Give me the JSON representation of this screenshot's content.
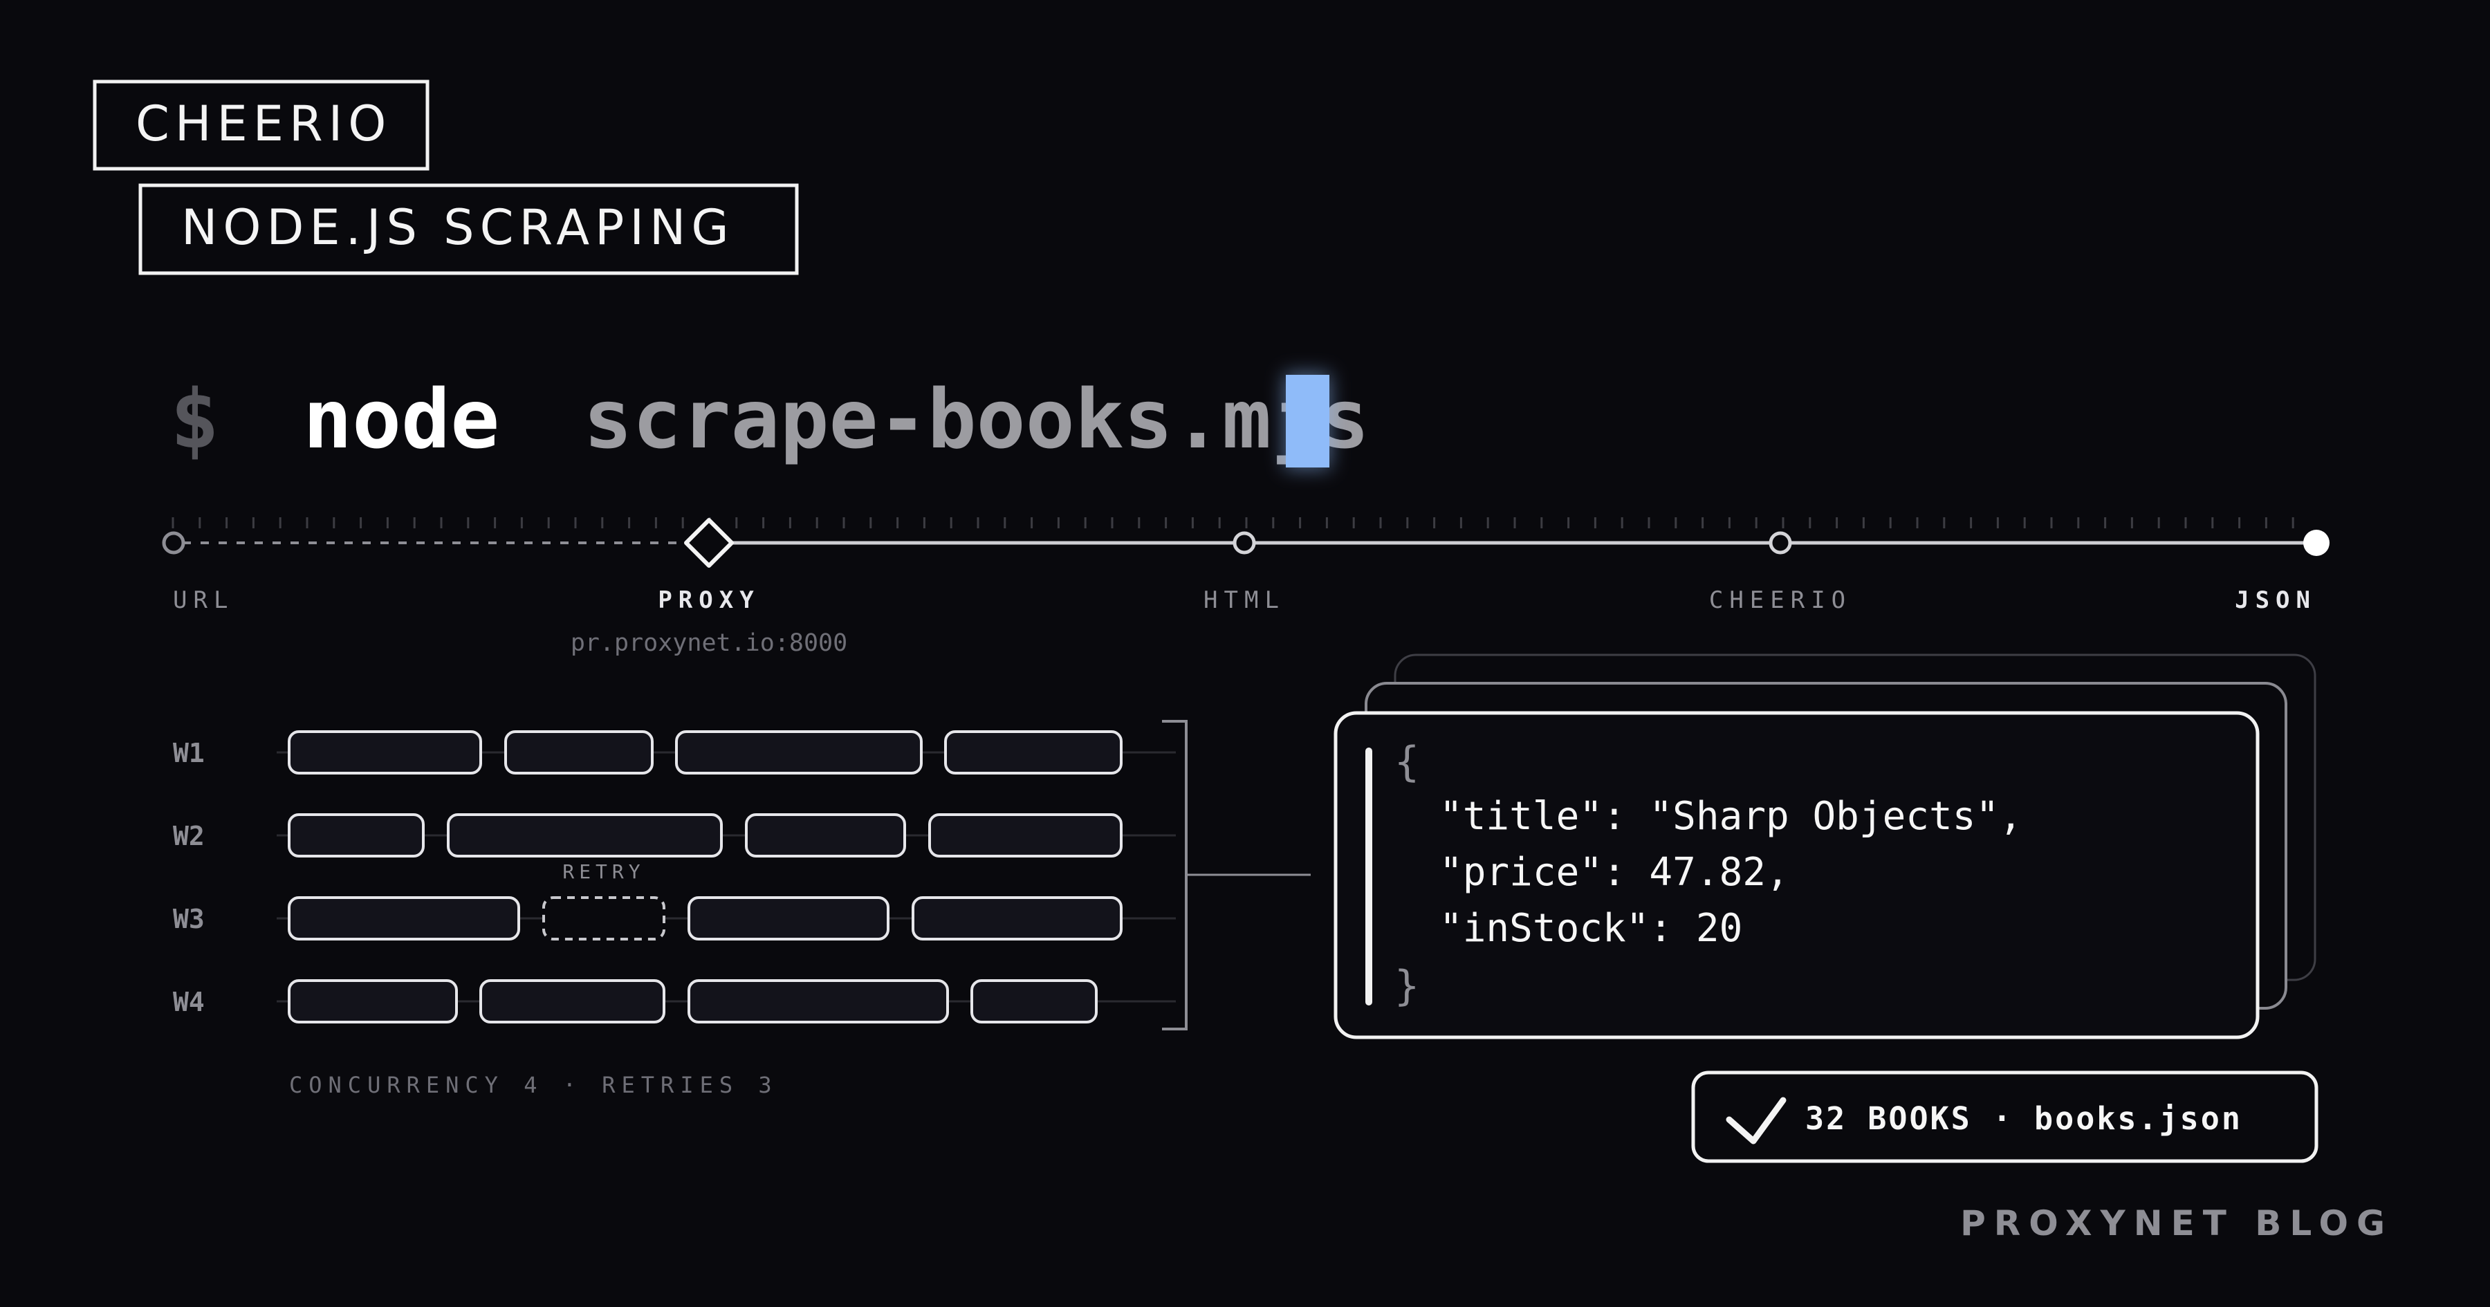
{
  "tags": {
    "primary": "CHEERIO",
    "secondary": "NODE.JS SCRAPING"
  },
  "command": {
    "prompt": "$",
    "program": "node",
    "file": "scrape-books.mjs"
  },
  "pipeline": {
    "stages": [
      {
        "label": "URL",
        "marker": "dot"
      },
      {
        "label": "PROXY",
        "marker": "diamond",
        "sublabel": "pr.proxynet.io:8000"
      },
      {
        "label": "HTML",
        "marker": "dot"
      },
      {
        "label": "CHEERIO",
        "marker": "dot"
      },
      {
        "label": "JSON",
        "marker": "filled-dot"
      }
    ]
  },
  "workers": {
    "rows": [
      {
        "label": "W1"
      },
      {
        "label": "W2"
      },
      {
        "label": "W3",
        "retry_label": "RETRY"
      },
      {
        "label": "W4"
      }
    ],
    "footer": "CONCURRENCY 4 · RETRIES 3"
  },
  "json_card": {
    "open_brace": "{",
    "lines": [
      "\"title\": \"Sharp Objects\",",
      "\"price\": 47.82,",
      "\"inStock\": 20"
    ],
    "close_brace": "}"
  },
  "result": {
    "icon": "check-icon",
    "text": "32 BOOKS · books.json"
  },
  "brand": "PROXYNET BLOG",
  "colors": {
    "background": "#09090d",
    "foreground": "#ffffff",
    "muted": "#8e8e95",
    "cursor": "#8fbbf9"
  }
}
